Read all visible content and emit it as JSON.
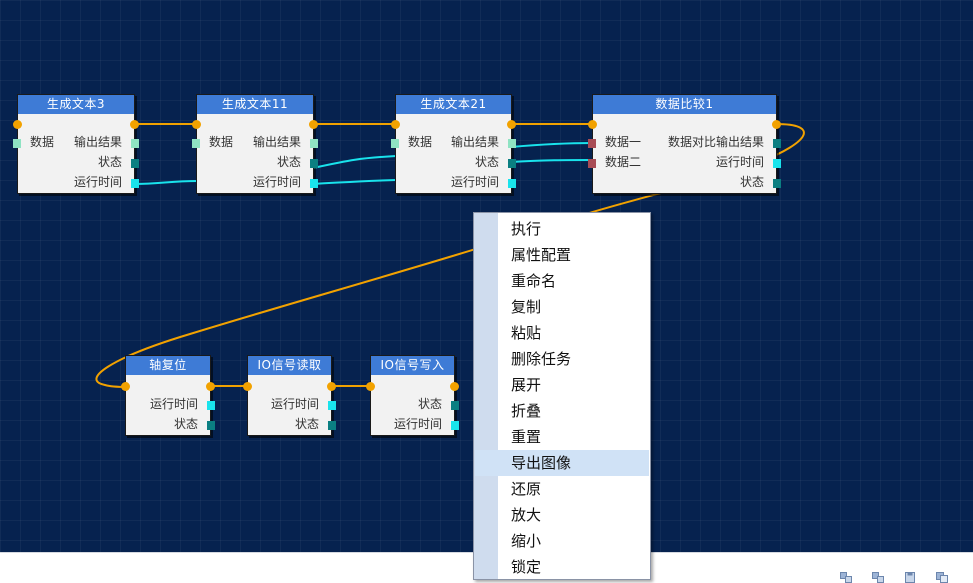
{
  "nodes": {
    "gen3": {
      "title": "生成文本3",
      "in": [
        "数据"
      ],
      "out": [
        "输出结果",
        "状态",
        "运行时间"
      ]
    },
    "gen11": {
      "title": "生成文本11",
      "in": [
        "数据"
      ],
      "out": [
        "输出结果",
        "状态",
        "运行时间"
      ]
    },
    "gen21": {
      "title": "生成文本21",
      "in": [
        "数据"
      ],
      "out": [
        "输出结果",
        "状态",
        "运行时间"
      ]
    },
    "cmp1": {
      "title": "数据比较1",
      "in": [
        "数据一",
        "数据二"
      ],
      "out": [
        "数据对比输出结果",
        "运行时间",
        "状态"
      ]
    },
    "axis": {
      "title": "轴复位",
      "out": [
        "运行时间",
        "状态"
      ]
    },
    "ioread": {
      "title": "IO信号读取",
      "out": [
        "运行时间",
        "状态"
      ]
    },
    "iowrite": {
      "title": "IO信号写入",
      "out": [
        "状态",
        "运行时间"
      ]
    }
  },
  "menu": {
    "items": [
      "执行",
      "属性配置",
      "重命名",
      "复制",
      "粘贴",
      "删除任务",
      "展开",
      "折叠",
      "重置",
      "导出图像",
      "还原",
      "放大",
      "缩小",
      "锁定"
    ],
    "highlighted": "导出图像"
  },
  "colors": {
    "canvas": "#06224f",
    "node_title": "#3e7bd6",
    "flow_wire": "#f2a200",
    "data_wire": "#19e3ec",
    "menu_highlight": "#d0e2f6"
  },
  "status_icons": [
    "zoom-in-icon",
    "zoom-out-icon",
    "save-icon",
    "copy-icon"
  ]
}
